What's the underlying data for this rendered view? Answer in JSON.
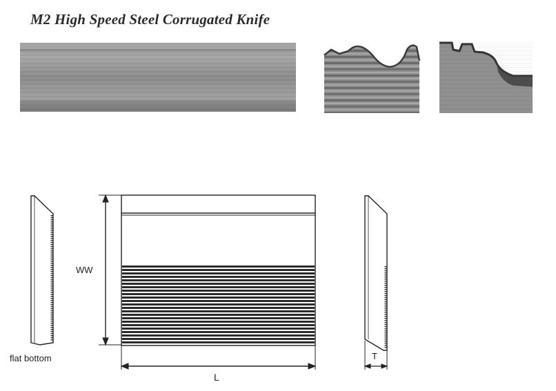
{
  "title": "M2 High Speed Steel Corrugated Knife",
  "labels": {
    "width": "WW",
    "length": "L",
    "thickness": "T",
    "flat_bottom": "flat bottom"
  },
  "photos": [
    {
      "name": "knife-front-photo"
    },
    {
      "name": "knife-profile-photo-wave"
    },
    {
      "name": "knife-profile-photo-step"
    }
  ],
  "colors": {
    "steel_light": "#9a9a9a",
    "steel_dark": "#5e5e5e",
    "line": "#222222"
  }
}
